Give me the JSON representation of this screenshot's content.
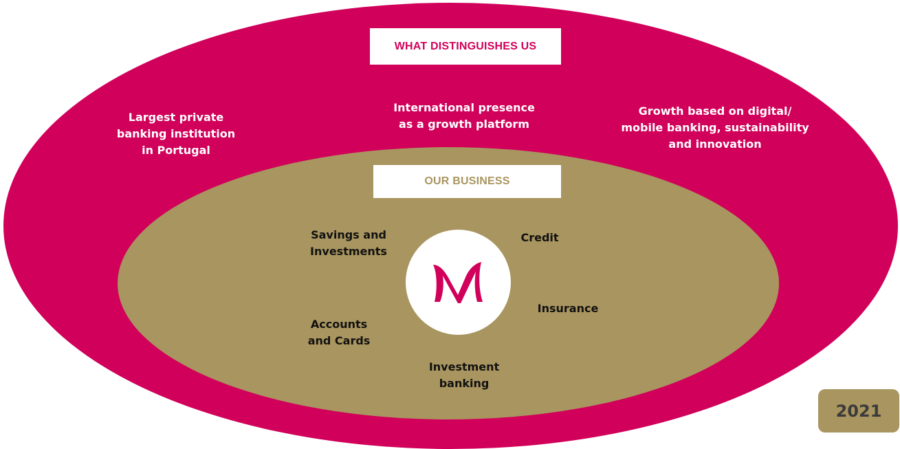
{
  "colors": {
    "outer": "#d1005a",
    "inner": "#a9955f",
    "accent_text": "#d1005a",
    "gold_text": "#a9955f",
    "badge": "#a9955f"
  },
  "outer": {
    "title": "WHAT DISTINGUISHES US",
    "items": [
      "Largest private\nbanking institution\nin Portugal",
      "International presence\nas a growth platform",
      "Growth based on digital/\nmobile banking, sustainability\nand innovation"
    ]
  },
  "inner": {
    "title": "OUR BUSINESS",
    "items": [
      "Savings and\nInvestments",
      "Credit",
      "Insurance",
      "Accounts\nand Cards",
      "Investment\nbanking"
    ]
  },
  "logo": {
    "icon": "millennium-m-logo",
    "letter": "M"
  },
  "badge": {
    "year": "2021"
  }
}
